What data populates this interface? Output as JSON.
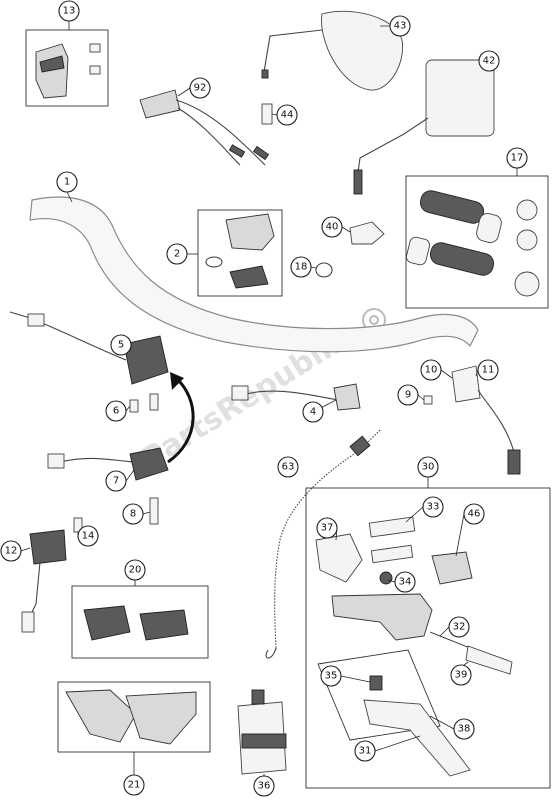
{
  "watermark": "PartsRepublik",
  "callouts": [
    {
      "id": "c13",
      "label": "13"
    },
    {
      "id": "c92",
      "label": "92"
    },
    {
      "id": "c43",
      "label": "43"
    },
    {
      "id": "c44",
      "label": "44"
    },
    {
      "id": "c42",
      "label": "42"
    },
    {
      "id": "c1",
      "label": "1"
    },
    {
      "id": "c17",
      "label": "17"
    },
    {
      "id": "c2",
      "label": "2"
    },
    {
      "id": "c40",
      "label": "40"
    },
    {
      "id": "c18",
      "label": "18"
    },
    {
      "id": "c5",
      "label": "5"
    },
    {
      "id": "c6",
      "label": "6"
    },
    {
      "id": "c4",
      "label": "4"
    },
    {
      "id": "c10",
      "label": "10"
    },
    {
      "id": "c11",
      "label": "11"
    },
    {
      "id": "c9",
      "label": "9"
    },
    {
      "id": "c7",
      "label": "7"
    },
    {
      "id": "c63",
      "label": "63"
    },
    {
      "id": "c30",
      "label": "30"
    },
    {
      "id": "c8",
      "label": "8"
    },
    {
      "id": "c33",
      "label": "33"
    },
    {
      "id": "c46",
      "label": "46"
    },
    {
      "id": "c37",
      "label": "37"
    },
    {
      "id": "c14",
      "label": "14"
    },
    {
      "id": "c12",
      "label": "12"
    },
    {
      "id": "c34",
      "label": "34"
    },
    {
      "id": "c20",
      "label": "20"
    },
    {
      "id": "c32",
      "label": "32"
    },
    {
      "id": "c39",
      "label": "39"
    },
    {
      "id": "c35",
      "label": "35"
    },
    {
      "id": "c38",
      "label": "38"
    },
    {
      "id": "c31",
      "label": "31"
    },
    {
      "id": "c21",
      "label": "21"
    },
    {
      "id": "c36",
      "label": "36"
    }
  ]
}
